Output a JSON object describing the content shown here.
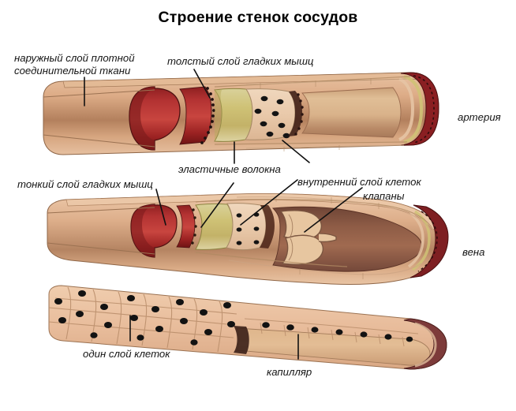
{
  "title": "Строение стенок сосудов",
  "background_color": "#ffffff",
  "text_color": "#151515",
  "labels": {
    "outer_connective_line1": "наружный слой плотной",
    "outer_connective_line2": "соединительной ткани",
    "thick_smooth_muscle": "толстый слой гладких мышц",
    "artery": "артерия",
    "elastic_fibers": "эластичные волокна",
    "inner_cell_layer": "внутренний слой клеток",
    "thin_smooth_muscle": "тонкий слой гладких мышц",
    "valves": "клапаны",
    "vein": "вена",
    "single_cell_layer": "один слой клеток",
    "capillary": "капилляр"
  },
  "vessels": [
    {
      "name": "artery",
      "label": "артерия",
      "layers": [
        {
          "name": "outer dense connective tissue",
          "color": "#d9a783"
        },
        {
          "name": "thick smooth muscle",
          "color": "#a32a2a"
        },
        {
          "name": "elastic fibers",
          "color": "#cfc276"
        },
        {
          "name": "inner cell layer",
          "color": "#e8c7a8"
        },
        {
          "name": "lumen",
          "color": "#d6a87c"
        }
      ]
    },
    {
      "name": "vein",
      "label": "вена",
      "layers": [
        {
          "name": "outer dense connective tissue",
          "color": "#d9a783"
        },
        {
          "name": "thin smooth muscle",
          "color": "#b03636"
        },
        {
          "name": "elastic fibers",
          "color": "#d0c483"
        },
        {
          "name": "inner cell layer",
          "color": "#e8c7a8"
        },
        {
          "name": "valves",
          "color": "#e3c39c"
        },
        {
          "name": "lumen",
          "color": "#a8795f"
        }
      ]
    },
    {
      "name": "capillary",
      "label": "капилляр",
      "layers": [
        {
          "name": "single cell layer",
          "color": "#e8bc9b"
        },
        {
          "name": "cell nuclei",
          "color": "#141414"
        },
        {
          "name": "lumen",
          "color": "#d9b183"
        }
      ]
    }
  ],
  "palette": {
    "outer_tissue": "#d9a783",
    "outer_tissue_dark": "#a97a57",
    "muscle_red": "#a32a2a",
    "muscle_red_dark": "#6d1414",
    "elastic_yellow": "#cfc276",
    "inner_layer": "#e9c9aa",
    "lumen_tan": "#d6a87c",
    "lumen_dark": "#8a5c45",
    "nucleus": "#141414",
    "outline": "#5a4432"
  }
}
